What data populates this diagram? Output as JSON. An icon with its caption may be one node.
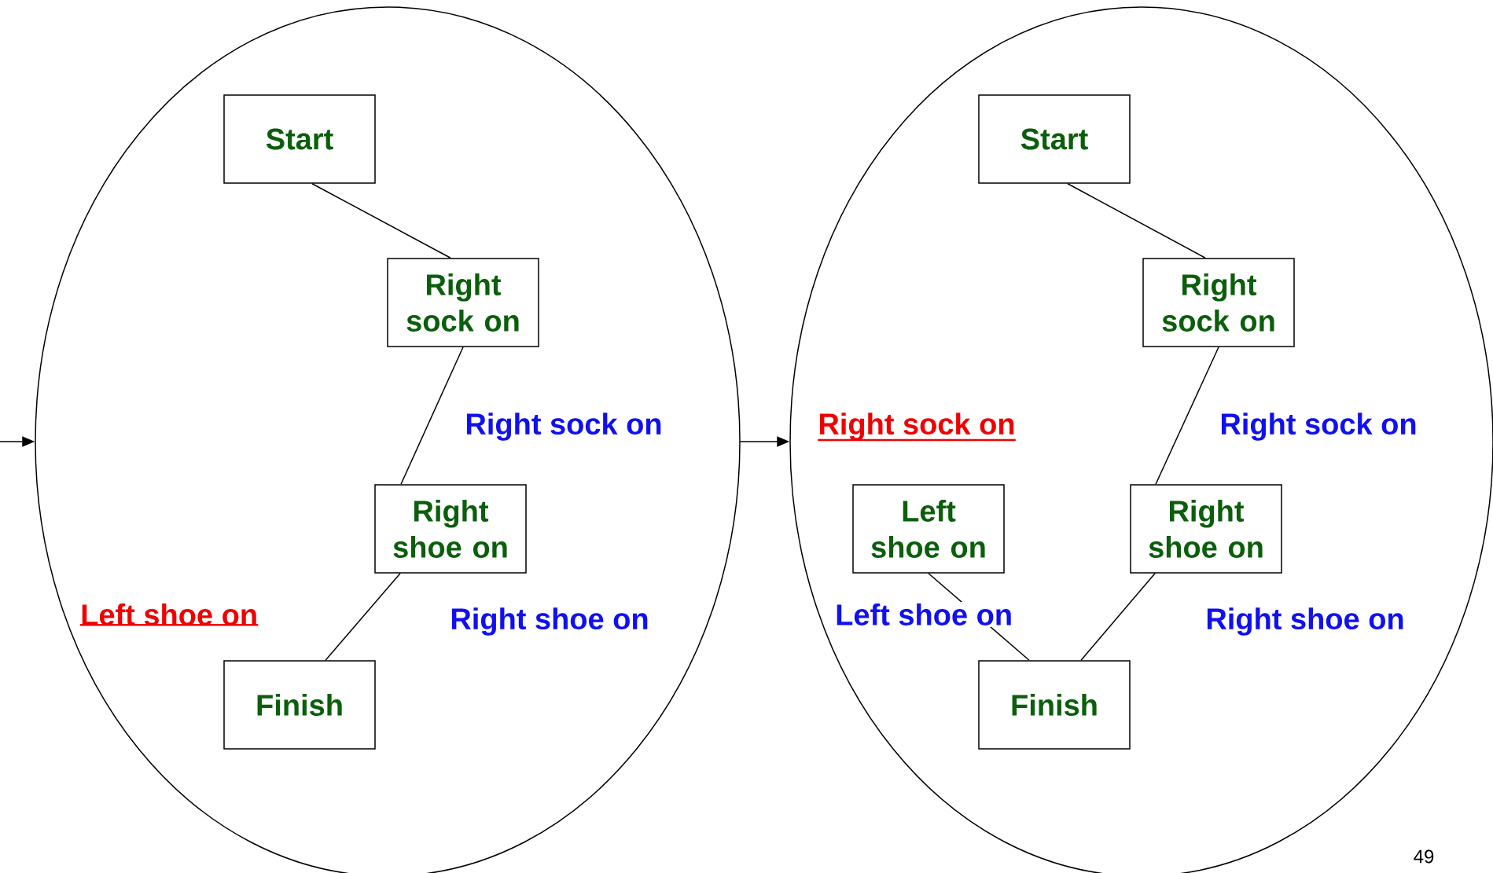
{
  "diagram": {
    "nodes": [
      {
        "text": [],
        "shape": "ellipse"
      },
      {
        "text": [
          "Start"
        ],
        "in": 0
      },
      {
        "text": [
          "Right sock on"
        ],
        "in": 0
      },
      {
        "text": [
          "Right shoe on"
        ],
        "in": 0
      },
      {
        "text": [
          "Finish"
        ],
        "in": 0
      },
      {
        "text": [],
        "shape": "ellipse"
      },
      {
        "text": [
          "Start"
        ],
        "in": 5
      },
      {
        "text": [
          "Right sock on"
        ],
        "in": 5
      },
      {
        "text": [
          "Left shoe on"
        ],
        "in": 5
      },
      {
        "text": [
          "Right shoe on"
        ],
        "in": 5
      },
      {
        "text": [
          "Finish"
        ],
        "in": 5
      }
    ],
    "edges": [
      {
        "from": null,
        "to": 0,
        "arrow": "to"
      },
      {
        "from": 0,
        "to": 5,
        "arrow": "to"
      },
      {
        "from": 1,
        "to": 2,
        "arrow": "none"
      },
      {
        "from": 2,
        "to": 3,
        "arrow": "none"
      },
      {
        "from": 3,
        "to": 4,
        "arrow": "none"
      },
      {
        "from": 6,
        "to": 7,
        "arrow": "none"
      },
      {
        "from": 7,
        "to": 9,
        "arrow": "none"
      },
      {
        "from": 8,
        "to": 10,
        "arrow": "none"
      },
      {
        "from": 9,
        "to": 10,
        "arrow": "none"
      }
    ],
    "labels": [
      "Right sock on",
      "Left shoe on",
      "Right shoe on",
      "Right sock on",
      "Right sock on",
      "Left shoe on",
      "Right shoe on",
      "49"
    ]
  }
}
